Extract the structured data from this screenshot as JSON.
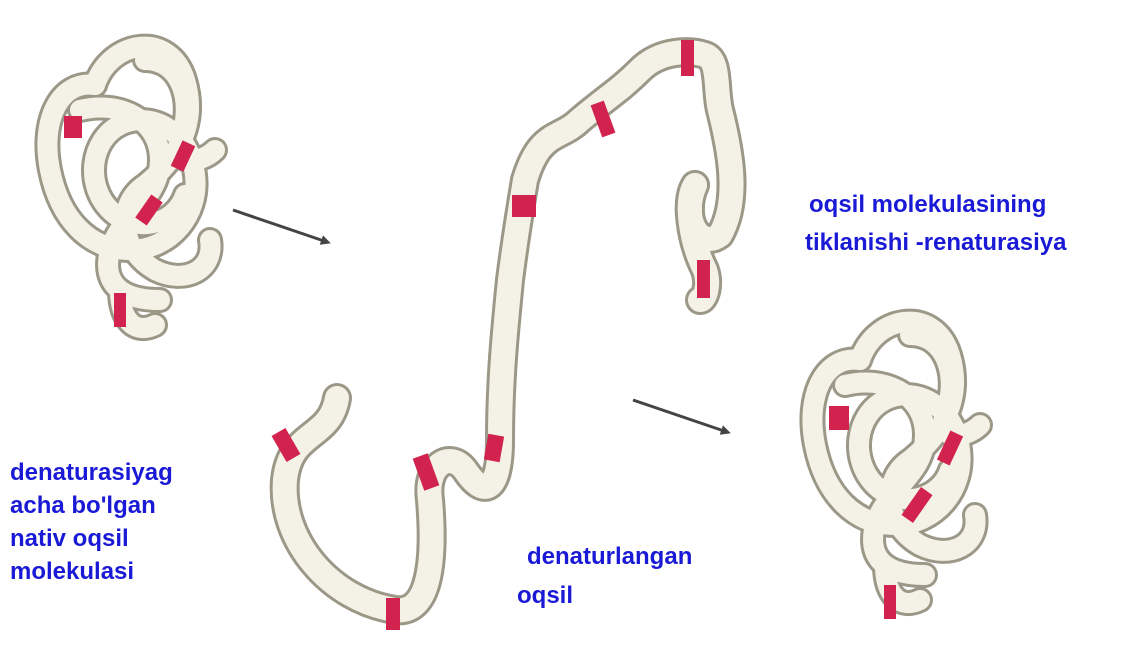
{
  "labels": {
    "native": {
      "lines": [
        "denaturasiyag",
        "acha bo'lgan",
        "nativ oqsil",
        "molekulasi"
      ]
    },
    "denatured": {
      "lines": [
        "denaturlangan",
        "oqsil"
      ]
    },
    "renaturation": {
      "lines": [
        "oqsil molekulasining",
        "tiklanishi -renaturasiya"
      ]
    }
  },
  "colors": {
    "text": "#1a1ad6",
    "chain_fill": "#f4f1e6",
    "chain_outline": "#9c9888",
    "bridge": "#d2234e",
    "arrow": "#444444"
  },
  "icons": {
    "arrow_1": "arrow-right-icon",
    "arrow_2": "arrow-right-icon"
  }
}
